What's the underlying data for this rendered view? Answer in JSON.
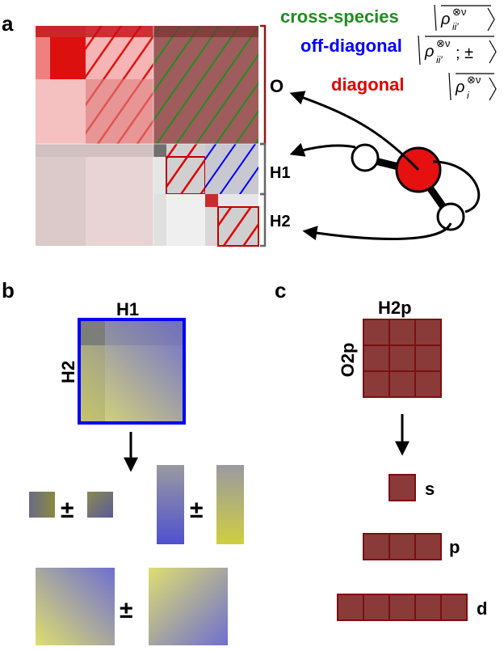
{
  "panels": {
    "a": {
      "label": "a",
      "legend": {
        "cross_species": "cross-species",
        "off_diagonal": "off-diagonal",
        "diagonal": "diagonal"
      },
      "blocks": {
        "o": "O",
        "h1": "H1",
        "h2": "H2"
      }
    },
    "b": {
      "label": "b",
      "row_label": "H2",
      "col_label": "H1",
      "pm_symbol": "±"
    },
    "c": {
      "label": "c",
      "row_label": "O2p",
      "col_label": "H2p",
      "shells": {
        "s": "s",
        "p": "p",
        "d": "d"
      }
    }
  },
  "colors": {
    "cross_species": "#228b22",
    "off_diagonal": "#0000ff",
    "diagonal": "#e00000",
    "block_fill": "#8b3a3a",
    "block_edge": "#7a1010"
  }
}
